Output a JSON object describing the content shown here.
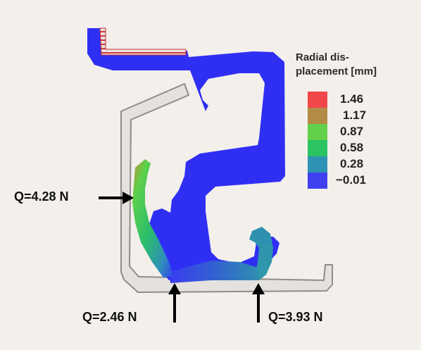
{
  "legend": {
    "title_line1": "Radial dis-",
    "title_line2": "placement [mm]",
    "items": [
      {
        "value": "1.46",
        "color": "#f2474a"
      },
      {
        "value": "1.17",
        "color": "#b28c45"
      },
      {
        "value": "0.87",
        "color": "#62d04a"
      },
      {
        "value": "0.58",
        "color": "#2bc463"
      },
      {
        "value": "0.28",
        "color": "#2e93b5"
      },
      {
        "value": "−0.01",
        "color": "#3f41f0"
      }
    ]
  },
  "forces": {
    "left": "Q=4.28 N",
    "bottom_left": "Q=2.46 N",
    "bottom_right": "Q=3.93 N"
  },
  "colors": {
    "background": "#f3efeb",
    "seal_body": "#2f2ff4",
    "housing_fill": "#e4e1de",
    "housing_stroke": "#8f8c89",
    "arrow": "#000000"
  }
}
